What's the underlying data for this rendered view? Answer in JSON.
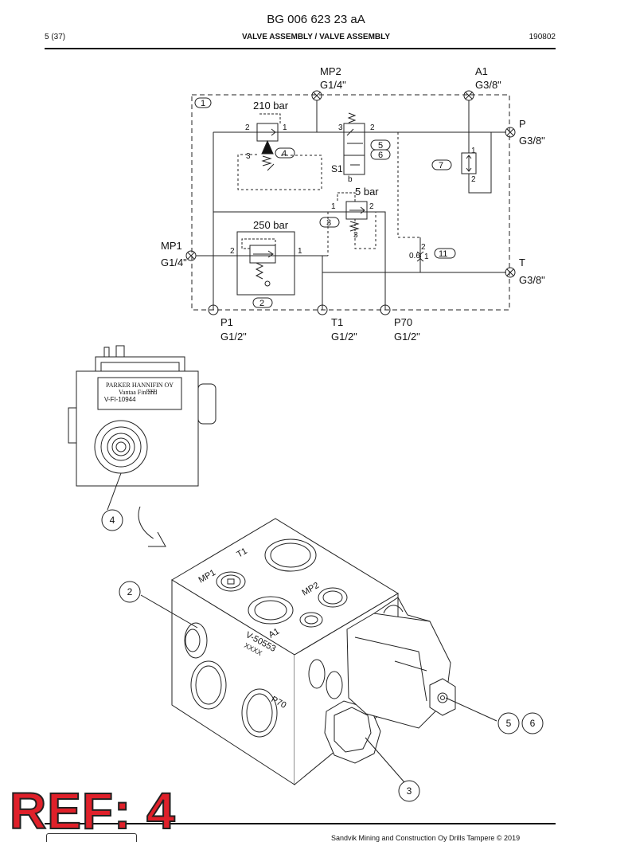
{
  "header": {
    "doc_number": "BG 006 623 23 aA",
    "page": "5 (37)",
    "title": "VALVE ASSEMBLY / VALVE ASSEMBLY",
    "date": "190802"
  },
  "schematic": {
    "ports": {
      "mp2": {
        "name": "MP2",
        "size": "G1/4\""
      },
      "a1": {
        "name": "A1",
        "size": "G3/8\""
      },
      "p": {
        "name": "P",
        "size": "G3/8\""
      },
      "t": {
        "name": "T",
        "size": "G3/8\""
      },
      "mp1": {
        "name": "MP1",
        "size": "G1/4\""
      },
      "p1": {
        "name": "P1",
        "size": "G1/2\""
      },
      "t1": {
        "name": "T1",
        "size": "G1/2\""
      },
      "p70": {
        "name": "P70",
        "size": "G1/2\""
      }
    },
    "pressures": {
      "v210": "210 bar",
      "v250": "250 bar",
      "v5": "5 bar"
    },
    "items": {
      "i1": "1",
      "i2": "2",
      "i3": "3",
      "i4": "4",
      "i5": "5",
      "i6": "6",
      "i7": "7",
      "i11": "11"
    },
    "ports_small": {
      "n1": "1",
      "n2": "2",
      "n3": "3",
      "s1": "S1",
      "b": "b",
      "orifice": "0.6"
    }
  },
  "label_plate": {
    "line1": "PARKER HANNIFIN OY",
    "line2": "Vantaa Finland",
    "line3": "V-FI-10944",
    "overprint": "xxx"
  },
  "block_markings": {
    "t1": "T1",
    "mp1": "MP1",
    "mp2": "MP2",
    "a1": "A1",
    "model": "V-50553",
    "serial": "XXXX",
    "p70": "P70"
  },
  "callouts": {
    "c4": "4",
    "c2": "2",
    "c3": "3",
    "c5": "5",
    "c6": "6"
  },
  "ref_label": "REF: 4",
  "footer": {
    "copyright": "Sandvik Mining and Construction Oy Drills Tampere © 2019"
  }
}
